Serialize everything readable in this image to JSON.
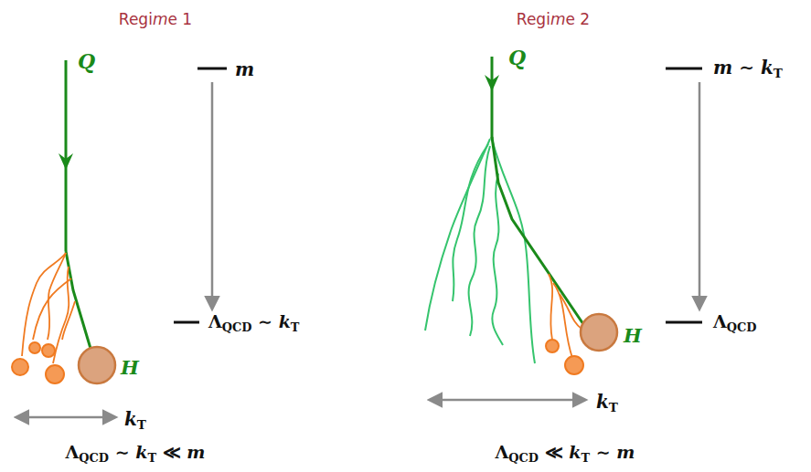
{
  "diagram": {
    "labels": [
      "Regime 1",
      "Regime 2",
      "Q",
      "m",
      "ΛQCD ∼ kT",
      "H",
      "kT",
      "ΛQCD ∼ kT ≪ m",
      "Q",
      "m ∼ kT",
      "ΛQCD",
      "H",
      "kT",
      "ΛQCD ≪ kT ∼ m"
    ]
  }
}
